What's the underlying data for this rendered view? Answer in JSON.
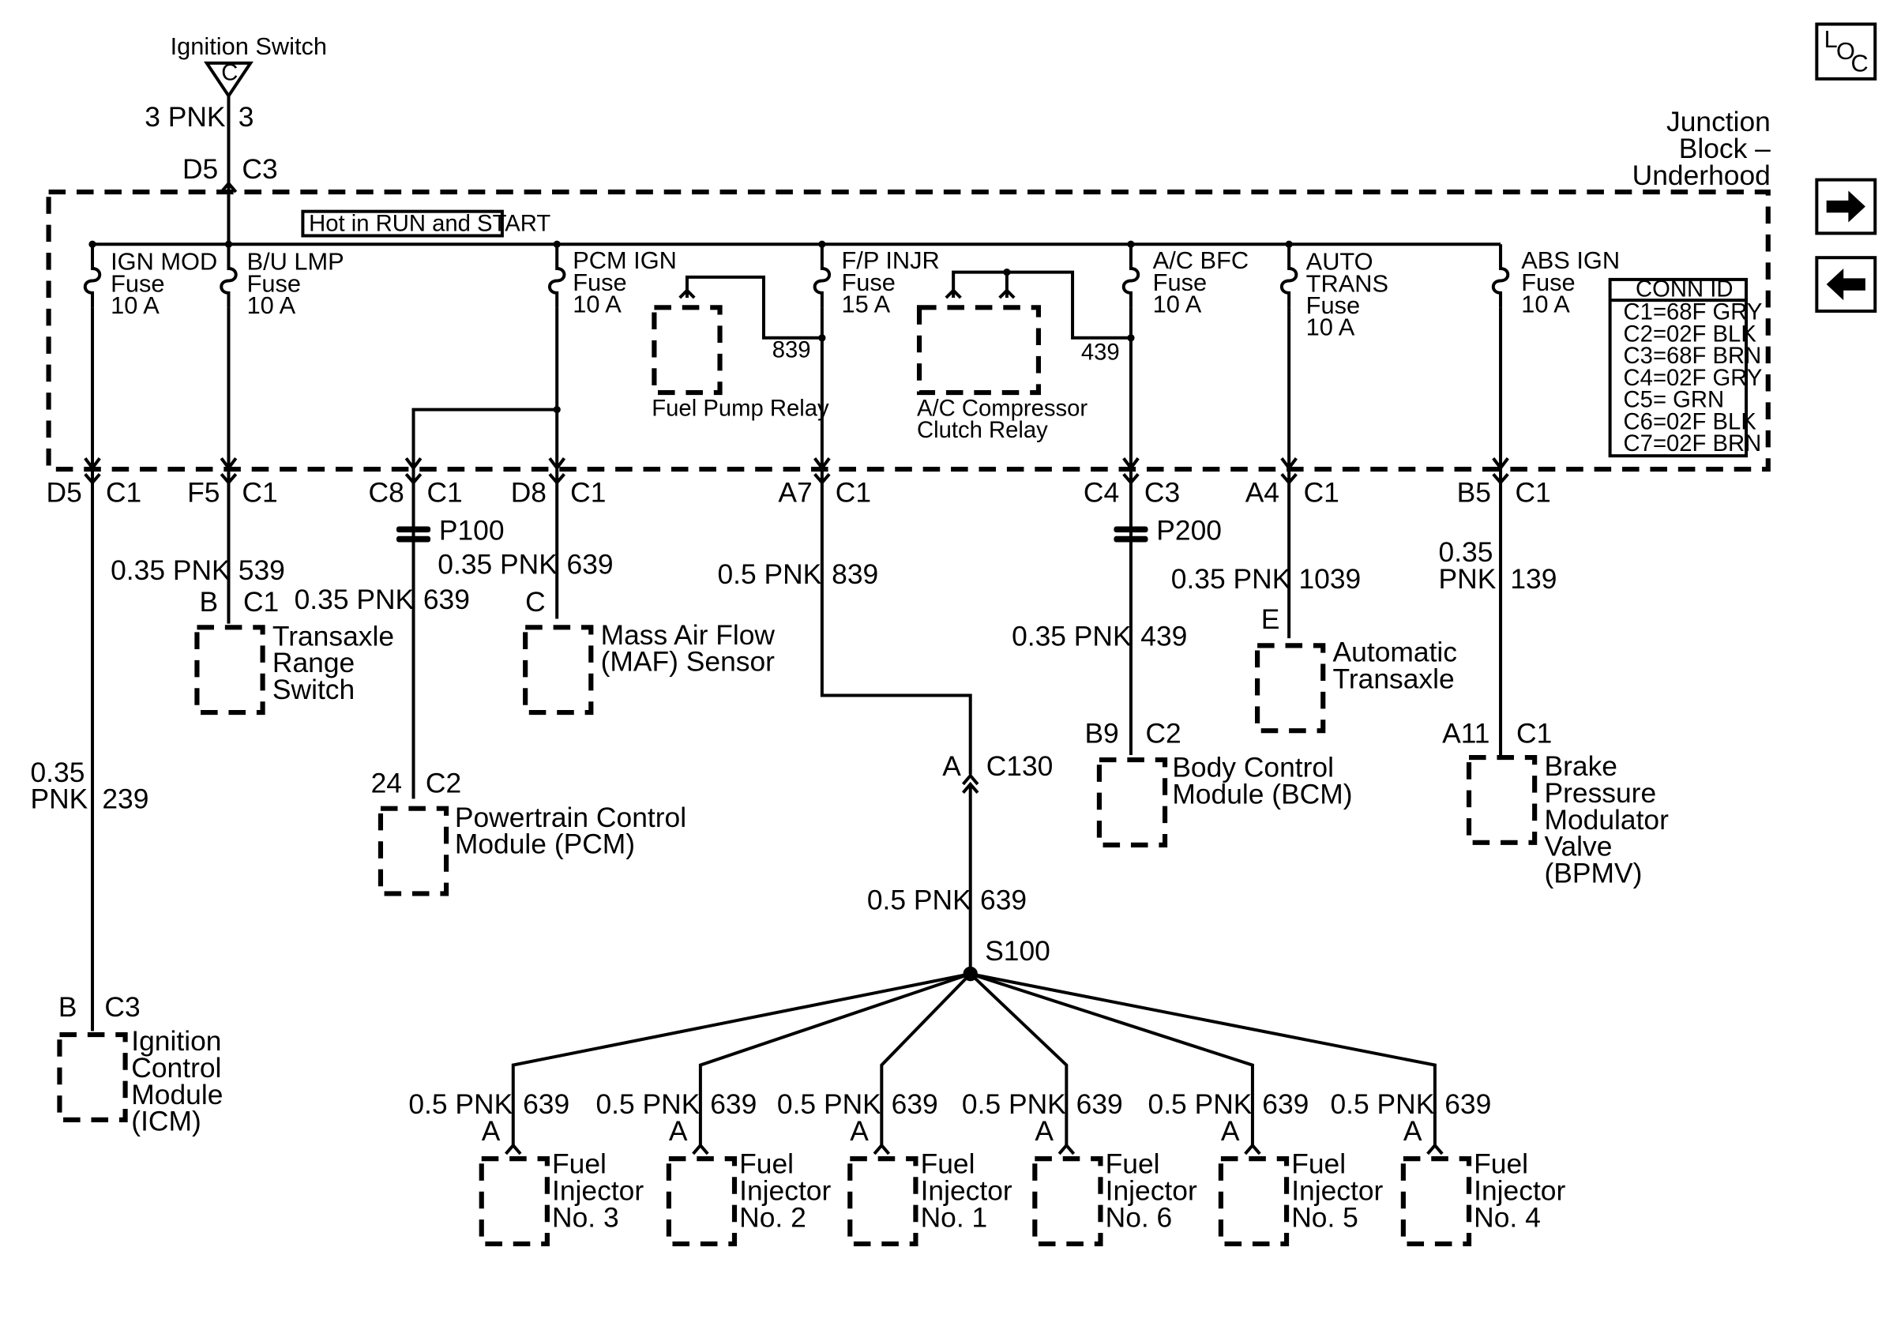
{
  "ignition": {
    "label": "Ignition Switch",
    "terminal": "C",
    "wire": "3 PNK",
    "circuit": "3"
  },
  "junction_block": {
    "line1": "Junction",
    "line2": "Block –",
    "line3": "Underhood",
    "hot_label": "Hot in RUN and START",
    "top_pin": "D5",
    "top_conn": "C3"
  },
  "nav": {
    "loc_l": "L",
    "loc_o": "O",
    "loc_c": "C",
    "fwd": "➜",
    "back": "←"
  },
  "fuses": {
    "ign_mod": {
      "name": "IGN MOD",
      "word": "Fuse",
      "rating": "10 A"
    },
    "bu_lmp": {
      "name": "B/U LMP",
      "word": "Fuse",
      "rating": "10 A"
    },
    "pcm_ign": {
      "name": "PCM IGN",
      "word": "Fuse",
      "rating": "10 A"
    },
    "fp_injr": {
      "name": "F/P INJR",
      "word": "Fuse",
      "rating": "15 A"
    },
    "ac_bfc": {
      "name": "A/C BFC",
      "word": "Fuse",
      "rating": "10 A"
    },
    "auto_trans": {
      "name": "AUTO",
      "name2": "TRANS",
      "word": "Fuse",
      "rating": "10 A"
    },
    "abs_ign": {
      "name": "ABS IGN",
      "word": "Fuse",
      "rating": "10 A"
    }
  },
  "relays": {
    "fuel_pump": "Fuel Pump Relay",
    "fp_circuit": "839",
    "ac_line1": "A/C Compressor",
    "ac_line2": "Clutch Relay",
    "ac_circuit": "439"
  },
  "conn_id": {
    "title": "CONN ID",
    "rows": [
      "C1=68F GRY",
      "C2=02F BLK",
      "C3=68F BRN",
      "C4=02F GRY",
      "C5=  GRN",
      "C6=02F BLK",
      "C7=02F BRN"
    ]
  },
  "pins": {
    "d5c1": {
      "pin": "D5",
      "conn": "C1"
    },
    "f5c1": {
      "pin": "F5",
      "conn": "C1"
    },
    "c8c1": {
      "pin": "C8",
      "conn": "C1"
    },
    "d8c1": {
      "pin": "D8",
      "conn": "C1"
    },
    "a7c1": {
      "pin": "A7",
      "conn": "C1"
    },
    "c4c3": {
      "pin": "C4",
      "conn": "C3"
    },
    "a4c1": {
      "pin": "A4",
      "conn": "C1"
    },
    "b5c1": {
      "pin": "B5",
      "conn": "C1"
    }
  },
  "splices": {
    "p100": "P100",
    "p200": "P200",
    "s100": "S100",
    "c130_pin": "A",
    "c130": "C130"
  },
  "wires": {
    "icm": {
      "size": "0.35",
      "color": "PNK",
      "circuit": "239"
    },
    "trs": {
      "label": "0.35 PNK",
      "circuit": "539"
    },
    "p100_out": {
      "label": "0.35 PNK",
      "circuit": "639"
    },
    "maf": {
      "label": "0.35 PNK",
      "circuit": "639"
    },
    "a7": {
      "label": "0.5 PNK",
      "circuit": "839"
    },
    "c130_out": {
      "label": "0.5 PNK",
      "circuit": "639"
    },
    "p200_in": {
      "label": "0.35 PNK",
      "circuit": "1039"
    },
    "p200_out": {
      "label": "0.35 PNK",
      "circuit": "439"
    },
    "bpmv": {
      "size": "0.35",
      "color": "PNK",
      "circuit": "139"
    }
  },
  "components": {
    "trs": {
      "pin": "B",
      "conn": "C1",
      "l1": "Transaxle",
      "l2": "Range",
      "l3": "Switch"
    },
    "maf": {
      "pin": "C",
      "l1": "Mass Air Flow",
      "l2": "(MAF) Sensor"
    },
    "pcm": {
      "pin": "24",
      "conn": "C2",
      "l1": "Powertrain Control",
      "l2": "Module (PCM)"
    },
    "icm": {
      "pin": "B",
      "conn": "C3",
      "l1": "Ignition",
      "l2": "Control",
      "l3": "Module",
      "l4": "(ICM)"
    },
    "bcm": {
      "pin": "B9",
      "conn": "C2",
      "l1": "Body Control",
      "l2": "Module (BCM)"
    },
    "at": {
      "pin": "E",
      "l1": "Automatic",
      "l2": "Transaxle"
    },
    "bpmv": {
      "pin": "A11",
      "conn": "C1",
      "l1": "Brake",
      "l2": "Pressure",
      "l3": "Modulator",
      "l4": "Valve",
      "l5": "(BPMV)"
    }
  },
  "injectors": [
    {
      "wire": "0.5 PNK",
      "circuit": "639",
      "pin": "A",
      "l1": "Fuel",
      "l2": "Injector",
      "l3": "No. 3"
    },
    {
      "wire": "0.5 PNK",
      "circuit": "639",
      "pin": "A",
      "l1": "Fuel",
      "l2": "Injector",
      "l3": "No. 2"
    },
    {
      "wire": "0.5 PNK",
      "circuit": "639",
      "pin": "A",
      "l1": "Fuel",
      "l2": "Injector",
      "l3": "No. 1"
    },
    {
      "wire": "0.5 PNK",
      "circuit": "639",
      "pin": "A",
      "l1": "Fuel",
      "l2": "Injector",
      "l3": "No. 6"
    },
    {
      "wire": "0.5 PNK",
      "circuit": "639",
      "pin": "A",
      "l1": "Fuel",
      "l2": "Injector",
      "l3": "No. 5"
    },
    {
      "wire": "0.5 PNK",
      "circuit": "639",
      "pin": "A",
      "l1": "Fuel",
      "l2": "Injector",
      "l3": "No. 4"
    }
  ]
}
